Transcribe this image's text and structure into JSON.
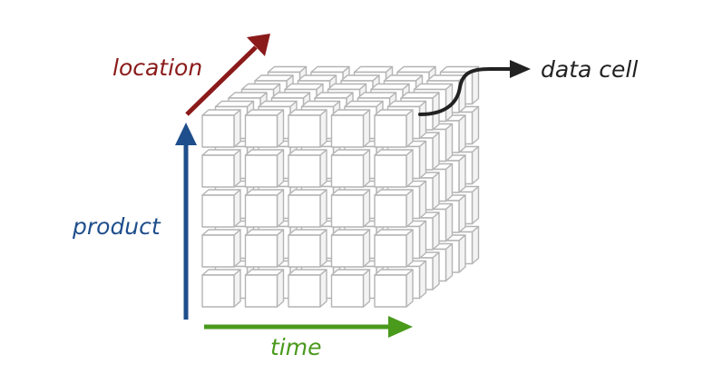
{
  "labels": {
    "location": "location",
    "product": "product",
    "time": "time",
    "data_cell": "data cell"
  },
  "colors": {
    "location": "#8b1a1a",
    "product": "#1f4e8c",
    "time": "#4a9a1c",
    "data_cell": "#222222",
    "cell_edge": "#b4b4b4",
    "highlight_cell": "#6e6e6e"
  },
  "cube": {
    "time_count": 5,
    "product_count": 5,
    "location_count": 6,
    "highlighted_cell": {
      "time": 5,
      "product": 5,
      "location": 1
    }
  }
}
